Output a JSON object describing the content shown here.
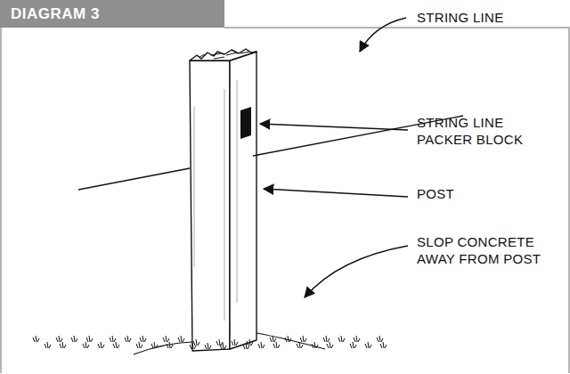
{
  "diagram": {
    "title": "DIAGRAM 3",
    "labels": [
      "STRING LINE",
      "STRING LINE PACKER BLOCK",
      "POST",
      "SLOP CONCRETE AWAY FROM POST"
    ]
  }
}
